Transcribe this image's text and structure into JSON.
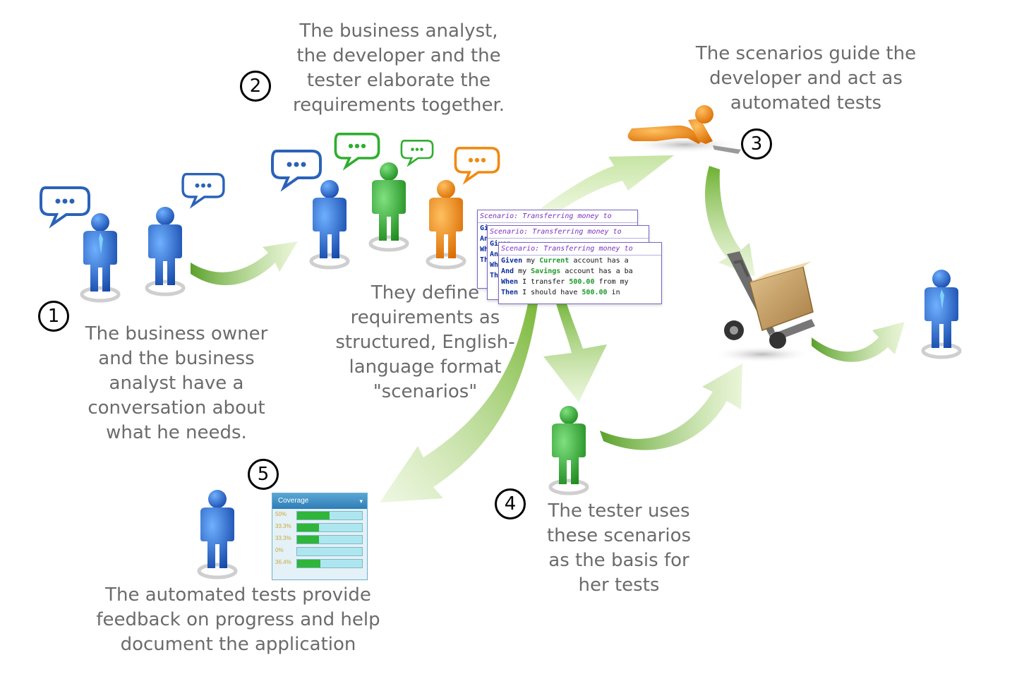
{
  "captions": {
    "step1": "The business owner\nand the business\nanalyst have a\nconversation about\nwhat he needs.",
    "step2": "The business analyst,\nthe developer and the\ntester elaborate the\nrequirements together.",
    "define": "They define\nrequirements as\nstructured, English-\nlanguage format\n\"scenarios\"",
    "step3": "The scenarios guide the\ndeveloper and act as\nautomated tests",
    "step4": "The tester uses\nthese scenarios\nas the basis for\nher tests",
    "step5": "The automated tests provide\nfeedback on progress and help\ndocument the application"
  },
  "step_numbers": [
    "1",
    "2",
    "3",
    "4",
    "5"
  ],
  "scenario_cards": {
    "title": "Scenario: Transferring money to",
    "lines": [
      {
        "kw": "Given",
        "pre": " my ",
        "hl": "Current",
        "post": " account has a"
      },
      {
        "kw": "And",
        "pre": " my ",
        "hl": "Savings",
        "post": " account has a ba"
      },
      {
        "kw": "When",
        "pre": " I transfer ",
        "hl": "500.00",
        "post": " from my"
      },
      {
        "kw": "Then",
        "pre": " I should have ",
        "hl": "500.00",
        "post": " in"
      }
    ]
  },
  "coverage_widget": {
    "header": "Coverage",
    "rows": [
      {
        "label": "50%",
        "value": 0.5
      },
      {
        "label": "33.3%",
        "value": 0.333
      },
      {
        "label": "33.3%",
        "value": 0.333
      },
      {
        "label": "0%",
        "value": 0
      },
      {
        "label": "36.4%",
        "value": 0.364
      }
    ]
  },
  "colors": {
    "caption_text": "#6b6b6b",
    "arrow_green": "#8cc63f",
    "person_blue": "#1f64c8",
    "person_green": "#2fae2f",
    "person_orange": "#f08a12",
    "bubble_blue": "#2a62b8",
    "bubble_green": "#2fae2f",
    "bubble_orange": "#f08a12",
    "progress_fill": "#2fb53a"
  }
}
